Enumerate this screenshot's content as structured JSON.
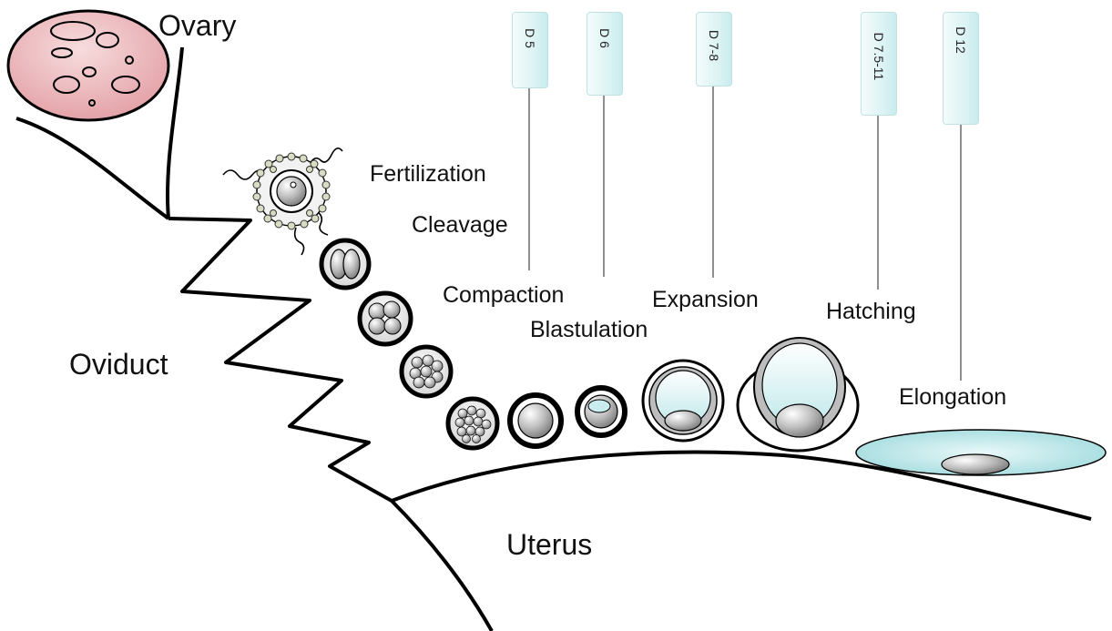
{
  "regions": {
    "ovary": "Ovary",
    "oviduct": "Oviduct",
    "uterus": "Uterus"
  },
  "stages": {
    "fertilization": "Fertilization",
    "cleavage": "Cleavage",
    "compaction": "Compaction",
    "blastulation": "Blastulation",
    "expansion": "Expansion",
    "hatching": "Hatching",
    "elongation": "Elongation"
  },
  "days": {
    "d5": "D 5",
    "d6": "D 6",
    "d7_8": "D 7-8",
    "d7_5_11": "D 7.5-11",
    "d12": "D 12"
  },
  "colors": {
    "ovary_fill": "#e8a9ae",
    "blastocoel": "#c9ecee",
    "outline": "#000000",
    "cell_gray": "#a8a8a8"
  }
}
